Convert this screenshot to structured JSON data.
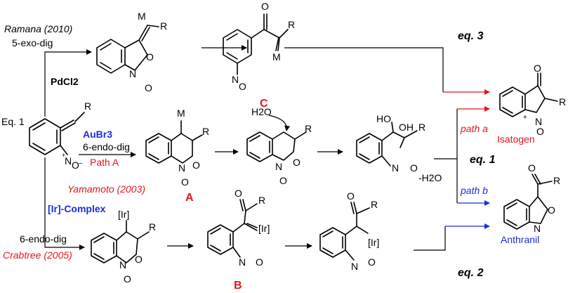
{
  "figure": {
    "colors": {
      "red": "#e8141b",
      "blue": "#1f2bdc",
      "black": "#000000"
    },
    "ramana": {
      "citation": "Ramana (2010)",
      "condition": "5-exo-dig",
      "catalyst": "PdCl2"
    },
    "yamamoto": {
      "catalyst": "AuBr3",
      "condition": "6-endo-dig",
      "path": "Path A",
      "citation": "Yamamoto (2003)"
    },
    "crabtree": {
      "catalyst": "[Ir]-Complex",
      "condition": "6-endo-dig",
      "citation": "Crabtree (2005)"
    },
    "eq_start": "Eq. 1",
    "eq3": "eq. 3",
    "eq1": "eq. 1",
    "eq2": "eq. 2",
    "path_a": "path a",
    "path_b": "path b",
    "minus_h2o": "-H2O",
    "water": "H2O",
    "intermediates": {
      "A": "A",
      "B": "B",
      "C": "C"
    },
    "products": {
      "isatogen": "Isatogen",
      "anthranil": "Anthranil"
    },
    "atoms": {
      "R": "R",
      "M": "M",
      "O": "O",
      "N": "N",
      "Ir": "[Ir]",
      "OH": "OH",
      "HO": "HO",
      "plus": "+",
      "minus": "−"
    }
  }
}
